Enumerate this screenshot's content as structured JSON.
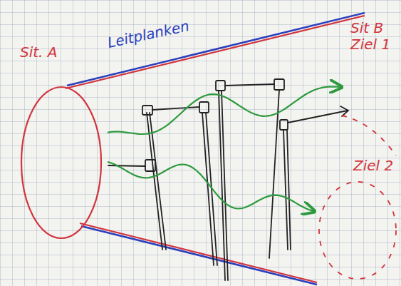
{
  "diagram": {
    "nodes": [
      {
        "text": [
          "Sit. A"
        ]
      },
      {
        "text": [
          "Sit B",
          "Ziel 1"
        ]
      },
      {
        "text": [
          "Ziel 2"
        ]
      }
    ],
    "edges": [
      {
        "from": 0,
        "to": 1,
        "arrow": "to"
      },
      {
        "from": 0,
        "to": 2,
        "arrow": "to"
      }
    ],
    "labels": [
      "Leitplanken"
    ]
  }
}
